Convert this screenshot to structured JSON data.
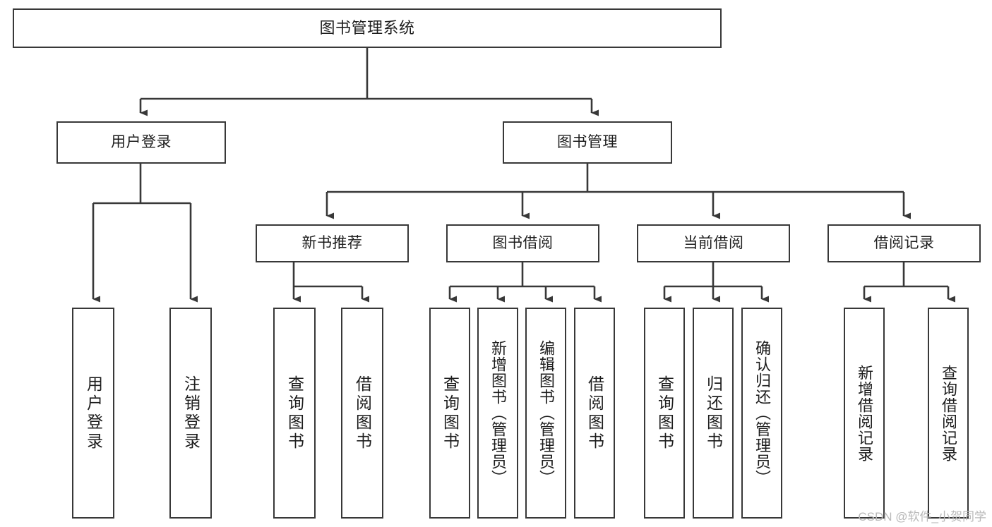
{
  "diagram": {
    "title": "图书管理系统",
    "type": "hierarchy-tree",
    "levels": 4,
    "colors": {
      "border": "#383838",
      "box_fill": "#ffffff",
      "text": "#1d1d1d",
      "connector": "#383838",
      "background": "#ffffff",
      "watermark": "#b9b9b9"
    },
    "nodes": {
      "root": {
        "label": "图书管理系统"
      },
      "level2": [
        {
          "id": "user-login",
          "label": "用户登录"
        },
        {
          "id": "book-manage",
          "label": "图书管理"
        }
      ],
      "level3": [
        {
          "id": "new-book-recommend",
          "label": "新书推荐"
        },
        {
          "id": "book-borrow",
          "label": "图书借阅"
        },
        {
          "id": "current-borrow",
          "label": "当前借阅"
        },
        {
          "id": "borrow-record",
          "label": "借阅记录"
        }
      ],
      "leaves": {
        "user_login": [
          {
            "id": "leaf-user-login",
            "label": "用户登录"
          },
          {
            "id": "leaf-logout",
            "label": "注销登录"
          }
        ],
        "new_book_recommend": [
          {
            "id": "leaf-query-book-1",
            "label": "查询图书"
          },
          {
            "id": "leaf-borrow-book-1",
            "label": "借阅图书"
          }
        ],
        "book_borrow": [
          {
            "id": "leaf-query-book-2",
            "label": "查询图书"
          },
          {
            "id": "leaf-add-book",
            "label": "新增图书（管理员）"
          },
          {
            "id": "leaf-edit-book",
            "label": "编辑图书（管理员）"
          },
          {
            "id": "leaf-borrow-book-2",
            "label": "借阅图书"
          }
        ],
        "current_borrow": [
          {
            "id": "leaf-query-book-3",
            "label": "查询图书"
          },
          {
            "id": "leaf-return-book",
            "label": "归还图书"
          },
          {
            "id": "leaf-confirm-return",
            "label": "确认归还（管理员）"
          }
        ],
        "borrow_record": [
          {
            "id": "leaf-add-record",
            "label": "新增借阅记录"
          },
          {
            "id": "leaf-query-record",
            "label": "查询借阅记录"
          }
        ]
      }
    },
    "watermark": "CSDN @软件_小贺同学"
  }
}
